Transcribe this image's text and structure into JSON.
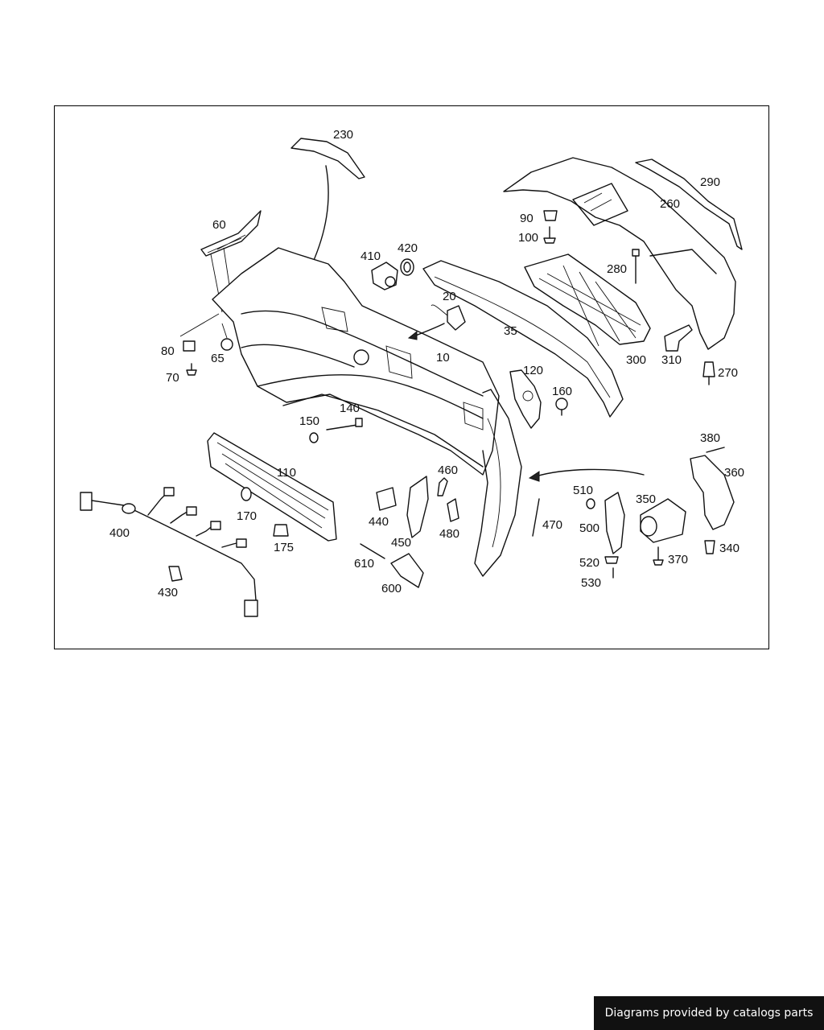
{
  "diagram": {
    "labels": {
      "p10": "10",
      "p20": "20",
      "p35": "35",
      "p60": "60",
      "p65": "65",
      "p70": "70",
      "p80": "80",
      "p90": "90",
      "p100": "100",
      "p110": "110",
      "p120": "120",
      "p140": "140",
      "p150": "150",
      "p160": "160",
      "p170": "170",
      "p175": "175",
      "p230": "230",
      "p260": "260",
      "p270": "270",
      "p280": "280",
      "p290": "290",
      "p300": "300",
      "p310": "310",
      "p340": "340",
      "p350": "350",
      "p360": "360",
      "p370": "370",
      "p380": "380",
      "p400": "400",
      "p410": "410",
      "p420": "420",
      "p430": "430",
      "p440": "440",
      "p450": "450",
      "p460": "460",
      "p470": "470",
      "p480": "480",
      "p500": "500",
      "p510": "510",
      "p520": "520",
      "p530": "530",
      "p600": "600",
      "p610": "610"
    }
  },
  "credit": {
    "text": "Diagrams provided by catalogs parts"
  }
}
